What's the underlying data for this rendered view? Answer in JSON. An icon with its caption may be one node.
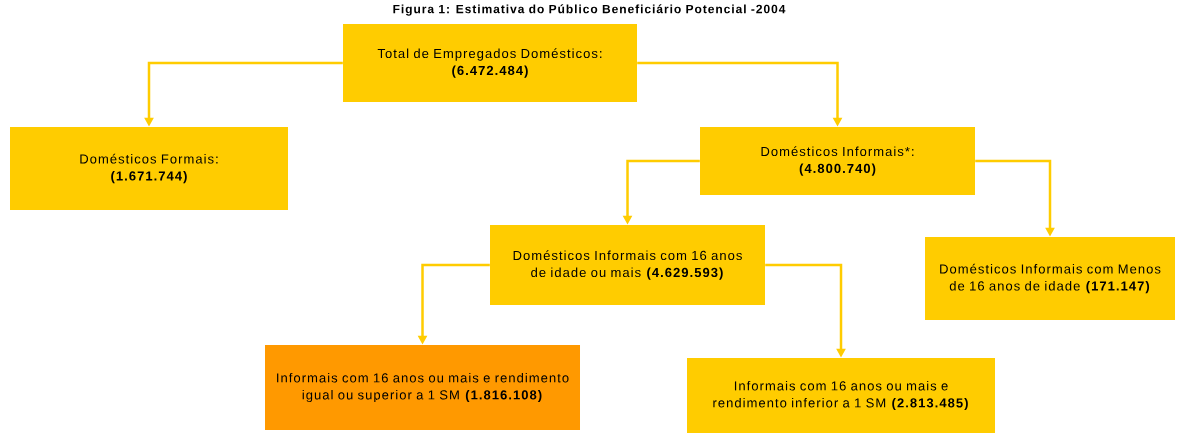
{
  "diagram": {
    "title": "Figura 1: Estimativa do Público Beneficiário Potencial -2004",
    "nodes": [
      {
        "text": [
          "Total de Empregados Domésticos:",
          "(6.472.484)"
        ]
      },
      {
        "text": [
          "Domésticos Formais:",
          "(1.671.744)"
        ]
      },
      {
        "text": [
          "Domésticos Informais*:",
          "(4.800.740)"
        ]
      },
      {
        "text": [
          "Domésticos Informais com 16 anos de idade ou mais **(4.629.593)**"
        ]
      },
      {
        "text": [
          "Domésticos Informais com Menos de 16 anos de idade **(171.147)**"
        ]
      },
      {
        "text": [
          "Informais com 16 anos ou mais e rendimento igual ou superior a 1 SM **(1.816.108)**"
        ]
      },
      {
        "text": [
          "Informais com 16 anos ou mais e rendimento inferior a 1 SM **(2.813.485)**"
        ]
      }
    ],
    "edges": [
      {
        "from": 0,
        "to": 1,
        "arrow": "to"
      },
      {
        "from": 0,
        "to": 2,
        "arrow": "to"
      },
      {
        "from": 2,
        "to": 3,
        "arrow": "to"
      },
      {
        "from": 2,
        "to": 4,
        "arrow": "to"
      },
      {
        "from": 3,
        "to": 5,
        "arrow": "to"
      },
      {
        "from": 3,
        "to": 6,
        "arrow": "to"
      }
    ]
  }
}
